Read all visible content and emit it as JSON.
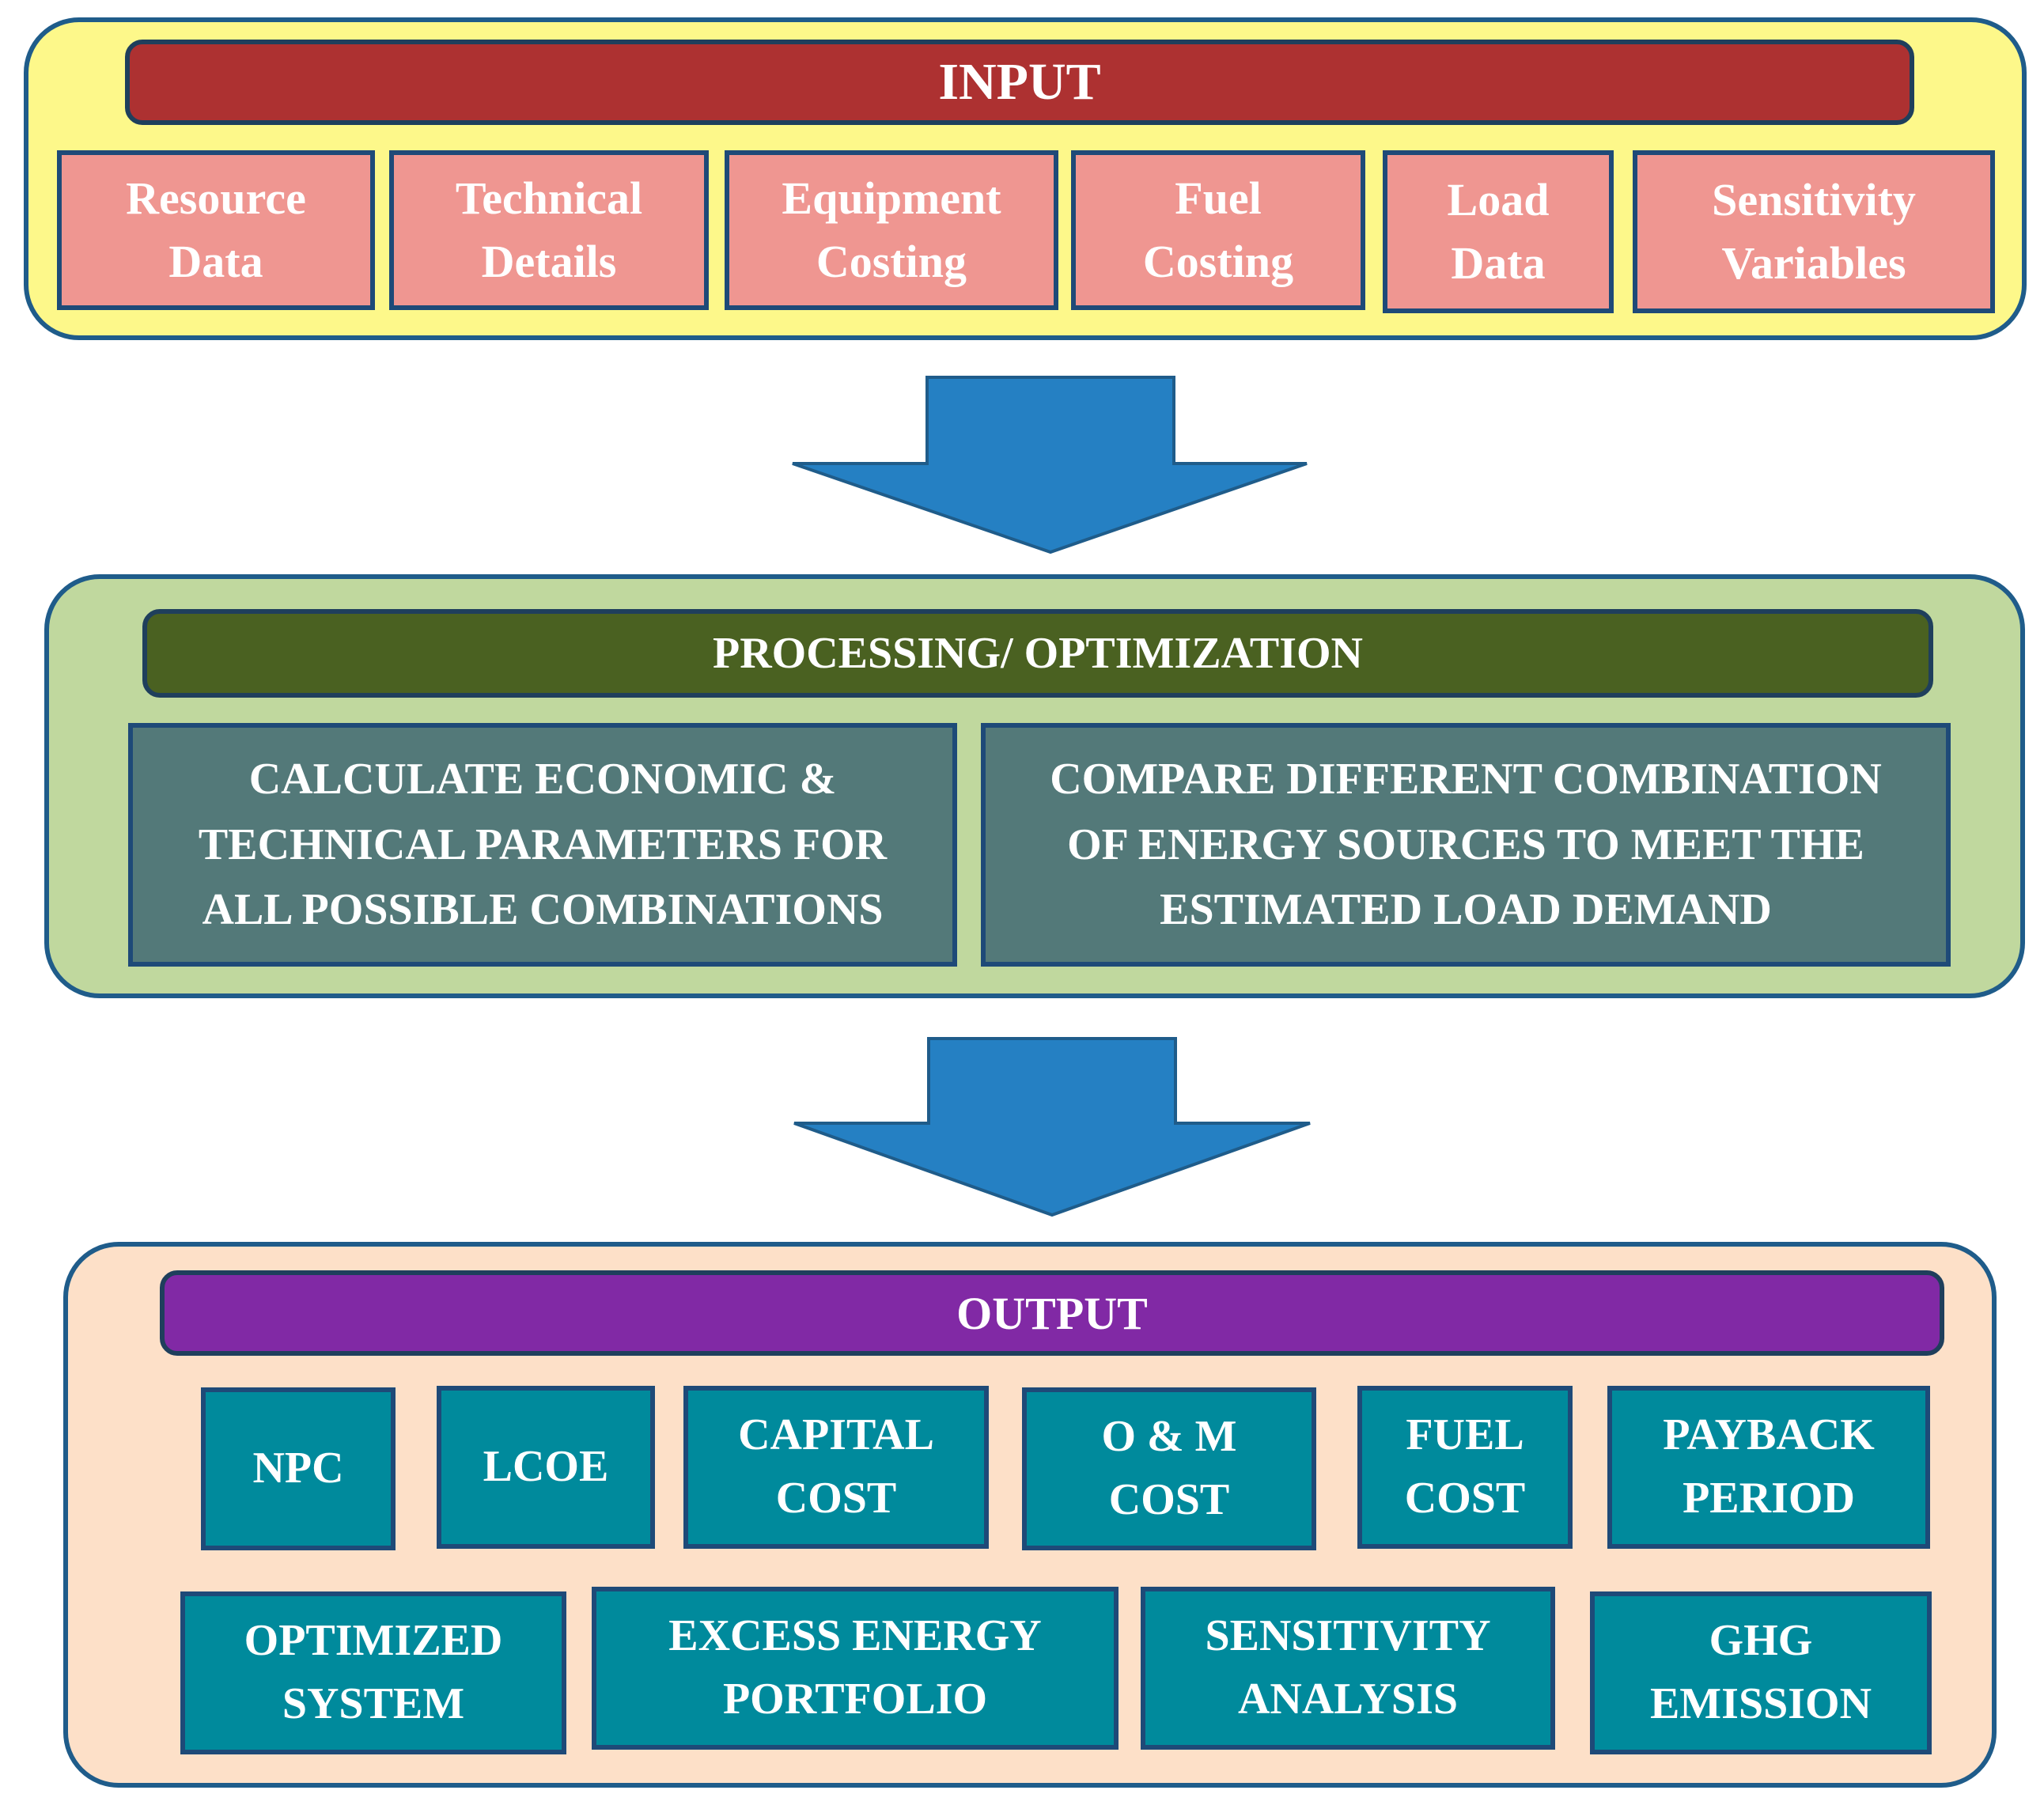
{
  "input": {
    "header": "INPUT",
    "boxes": [
      "Resource\nData",
      "Technical\nDetails",
      "Equipment\nCosting",
      "Fuel\nCosting",
      "Load\nData",
      "Sensitivity\nVariables"
    ]
  },
  "processing": {
    "header": "PROCESSING/ OPTIMIZATION",
    "boxes": [
      "CALCULATE ECONOMIC &\nTECHNICAL PARAMETERS FOR\nALL POSSIBLE COMBINATIONS",
      "COMPARE DIFFERENT COMBINATION\nOF ENERGY SOURCES TO MEET THE\nESTIMATED LOAD DEMAND"
    ]
  },
  "output": {
    "header": "OUTPUT",
    "row1": [
      "NPC",
      "LCOE",
      "CAPITAL\nCOST",
      "O & M\nCOST",
      "FUEL\nCOST",
      "PAYBACK\nPERIOD"
    ],
    "row2": [
      "OPTIMIZED\nSYSTEM",
      "EXCESS ENERGY\nPORTFOLIO",
      "SENSITIVITY\nANALYSIS",
      "GHG\nEMISSION"
    ]
  },
  "colors": {
    "input_panel": "#fdf88a",
    "input_header": "#ad3131",
    "input_box": "#ef9691",
    "processing_panel": "#c0d89e",
    "processing_header": "#4a6121",
    "processing_box": "#537979",
    "output_panel": "#fde0c8",
    "output_header": "#8129a5",
    "output_box": "#008a9c",
    "arrow": "#2580c3"
  }
}
